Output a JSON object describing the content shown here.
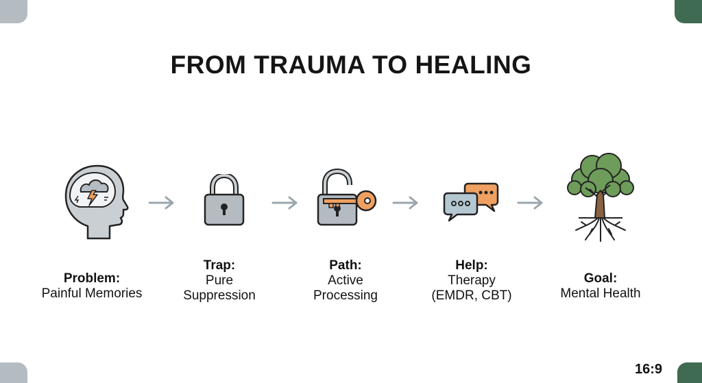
{
  "title": "FROM TRAUMA TO HEALING",
  "steps": [
    {
      "icon": "head-storm-icon",
      "heading": "Problem:",
      "lines": [
        "Painful Memories"
      ]
    },
    {
      "icon": "padlock-icon",
      "heading": "Trap:",
      "lines": [
        "Pure",
        "Suppression"
      ]
    },
    {
      "icon": "unlocked-padlock-key-icon",
      "heading": "Path:",
      "lines": [
        "Active",
        "Processing"
      ]
    },
    {
      "icon": "speech-bubbles-icon",
      "heading": "Help:",
      "lines": [
        "Therapy",
        "(EMDR, CBT)"
      ]
    },
    {
      "icon": "tree-icon",
      "heading": "Goal:",
      "lines": [
        "Mental Health"
      ]
    }
  ],
  "aspect_ratio": "16:9",
  "colors": {
    "gray_icon": "#b4bcc2",
    "orange": "#f0a060",
    "green": "#3e6b52",
    "arrow": "#9aa6ad"
  }
}
